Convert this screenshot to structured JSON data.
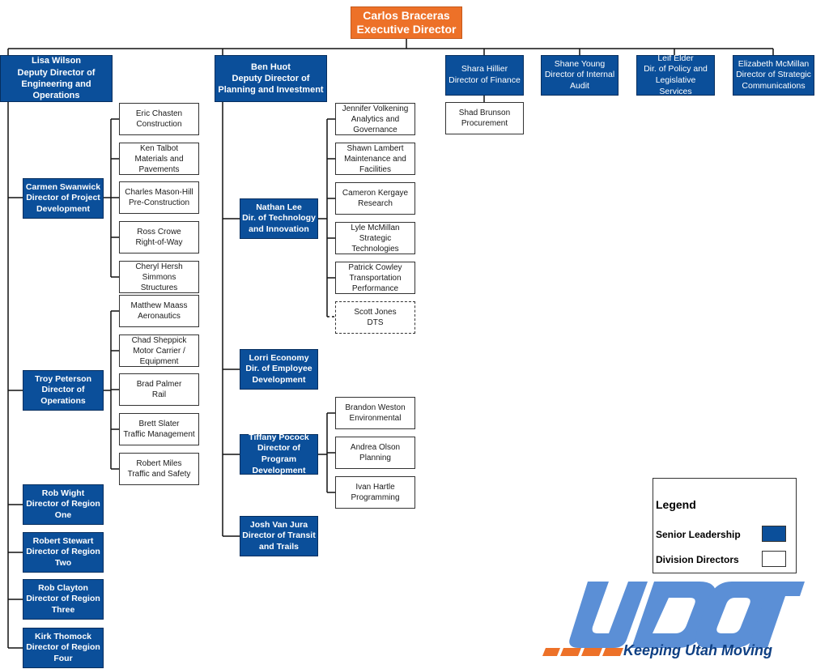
{
  "colors": {
    "senior": "#0b4f9a",
    "executive": "#ed7128",
    "division": "#ffffff",
    "line": "#111111",
    "logo_blue": "#5b8fd6",
    "logo_orange": "#ed7128"
  },
  "executive": {
    "name": "Carlos Braceras",
    "title": "Executive Director"
  },
  "deputies": {
    "eng_ops": {
      "name": "Lisa Wilson",
      "title": "Deputy Director of Engineering and Operations"
    },
    "planning": {
      "name": "Ben Huot",
      "title": "Deputy Director of Planning and Investment"
    }
  },
  "top_directors": {
    "finance": {
      "name": "Shara Hillier",
      "title": "Director of Finance"
    },
    "audit": {
      "name": "Shane Young",
      "title": "Director of Internal Audit"
    },
    "policy": {
      "name": "Leif Elder",
      "title": "Dir. of Policy and Legislative Services"
    },
    "comms": {
      "name": "Elizabeth McMillan",
      "title": "Director of Strategic Communications"
    }
  },
  "procurement": {
    "name": "Shad Brunson",
    "title": "Procurement"
  },
  "eng_ops_directors": {
    "project_dev": {
      "name": "Carmen Swanwick",
      "title": "Director of Project Development"
    },
    "operations": {
      "name": "Troy Peterson",
      "title": "Director of Operations"
    },
    "region1": {
      "name": "Rob Wight",
      "title": "Director of Region One"
    },
    "region2": {
      "name": "Robert Stewart",
      "title": "Director of Region Two"
    },
    "region3": {
      "name": "Rob Clayton",
      "title": "Director of Region Three"
    },
    "region4": {
      "name": "Kirk Thomock",
      "title": "Director of Region Four"
    }
  },
  "project_dev_divisions": [
    {
      "name": "Eric Chasten",
      "title": "Construction"
    },
    {
      "name": "Ken Talbot",
      "title": "Materials and Pavements"
    },
    {
      "name": "Charles Mason-Hill",
      "title": "Pre-Construction"
    },
    {
      "name": "Ross Crowe",
      "title": "Right-of-Way"
    },
    {
      "name": "Cheryl Hersh Simmons",
      "title": "Structures"
    }
  ],
  "operations_divisions": [
    {
      "name": "Matthew Maass",
      "title": "Aeronautics"
    },
    {
      "name": "Chad Sheppick",
      "title": "Motor Carrier / Equipment"
    },
    {
      "name": "Brad Palmer",
      "title": "Rail"
    },
    {
      "name": "Brett Slater",
      "title": "Traffic Management"
    },
    {
      "name": "Robert Miles",
      "title": "Traffic and Safety"
    }
  ],
  "planning_directors": {
    "technology": {
      "name": "Nathan Lee",
      "title": "Dir. of Technology and Innovation"
    },
    "employee": {
      "name": "Lorri Economy",
      "title": "Dir. of Employee Development"
    },
    "program": {
      "name": "Tiffany Pocock",
      "title": "Director of Program Development"
    },
    "transit": {
      "name": "Josh Van Jura",
      "title": "Director of Transit and Trails"
    }
  },
  "technology_divisions": [
    {
      "name": "Jennifer Volkening",
      "title": "Analytics and Governance"
    },
    {
      "name": "Shawn Lambert",
      "title": "Maintenance and Facilities"
    },
    {
      "name": "Cameron Kergaye",
      "title": "Research"
    },
    {
      "name": "Lyle McMillan",
      "title": "Strategic Technologies"
    },
    {
      "name": "Patrick Cowley",
      "title": "Transportation Performance"
    },
    {
      "name": "Scott Jones",
      "title": "DTS"
    }
  ],
  "program_divisions": [
    {
      "name": "Brandon Weston",
      "title": "Environmental"
    },
    {
      "name": "Andrea Olson",
      "title": "Planning"
    },
    {
      "name": "Ivan Hartle",
      "title": "Programming"
    }
  ],
  "legend": {
    "title": "Legend",
    "senior": "Senior Leadership",
    "division": "Division Directors"
  },
  "logo": {
    "wordmark": "UDOT",
    "tagline": "Keeping Utah Moving"
  }
}
